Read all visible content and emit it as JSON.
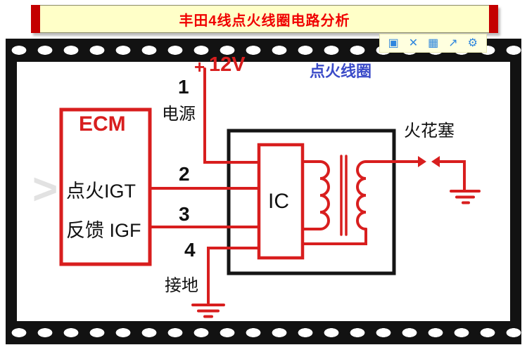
{
  "banner": {
    "title": "丰田4线点火线圈电路分析"
  },
  "toolbar": {
    "icons": [
      {
        "name": "screenshot-icon",
        "glyph": "▣"
      },
      {
        "name": "expand-icon",
        "glyph": "✕"
      },
      {
        "name": "save-icon",
        "glyph": "▦"
      },
      {
        "name": "export-icon",
        "glyph": "↗"
      },
      {
        "name": "settings-icon",
        "glyph": "⚙"
      }
    ]
  },
  "watermark": {
    "glyph": ">"
  },
  "diagram": {
    "power": {
      "plus": "+",
      "voltage": "12V"
    },
    "coil_label": "点火线圈",
    "pins": {
      "p1": "1",
      "p1_label": "电源",
      "p2": "2",
      "p3": "3",
      "p4": "4",
      "p4_label": "接地"
    },
    "ecm": {
      "title": "ECM",
      "line1": "点火IGT",
      "line2": "反馈 IGF"
    },
    "ic_label": "IC",
    "spark_plug_label": "火花塞"
  },
  "colors": {
    "wire_red": "#d81e1e",
    "banner_text": "#f00000",
    "coil_label_blue": "#3b4bc8"
  }
}
